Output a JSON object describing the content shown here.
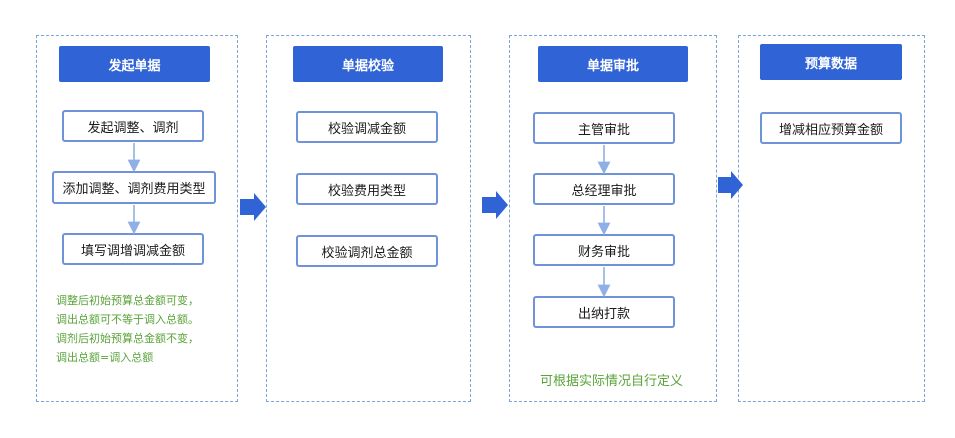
{
  "columns": [
    {
      "header": "发起单据",
      "boxes": [
        "发起调整、调剂",
        "添加调整、调剂费用类型",
        "填写调增调减金额"
      ],
      "notes": [
        "调整后初始预算总金额可变，",
        "调出总额可不等于调入总额。",
        "调剂后初始预算总金额不变，",
        "调出总额=调入总额"
      ]
    },
    {
      "header": "单据校验",
      "boxes": [
        "校验调减金额",
        "校验费用类型",
        "校验调剂总金额"
      ]
    },
    {
      "header": "单据审批",
      "boxes": [
        "主管审批",
        "总经理审批",
        "财务审批",
        "出纳打款"
      ],
      "note": "可根据实际情况自行定义"
    },
    {
      "header": "预算数据",
      "boxes": [
        "增减相应预算金额"
      ]
    }
  ],
  "colors": {
    "header_bg": "#2f63d6",
    "box_border": "#6e93d8",
    "note_text": "#5aa33a",
    "dashed_border": "#7ea3d8"
  }
}
